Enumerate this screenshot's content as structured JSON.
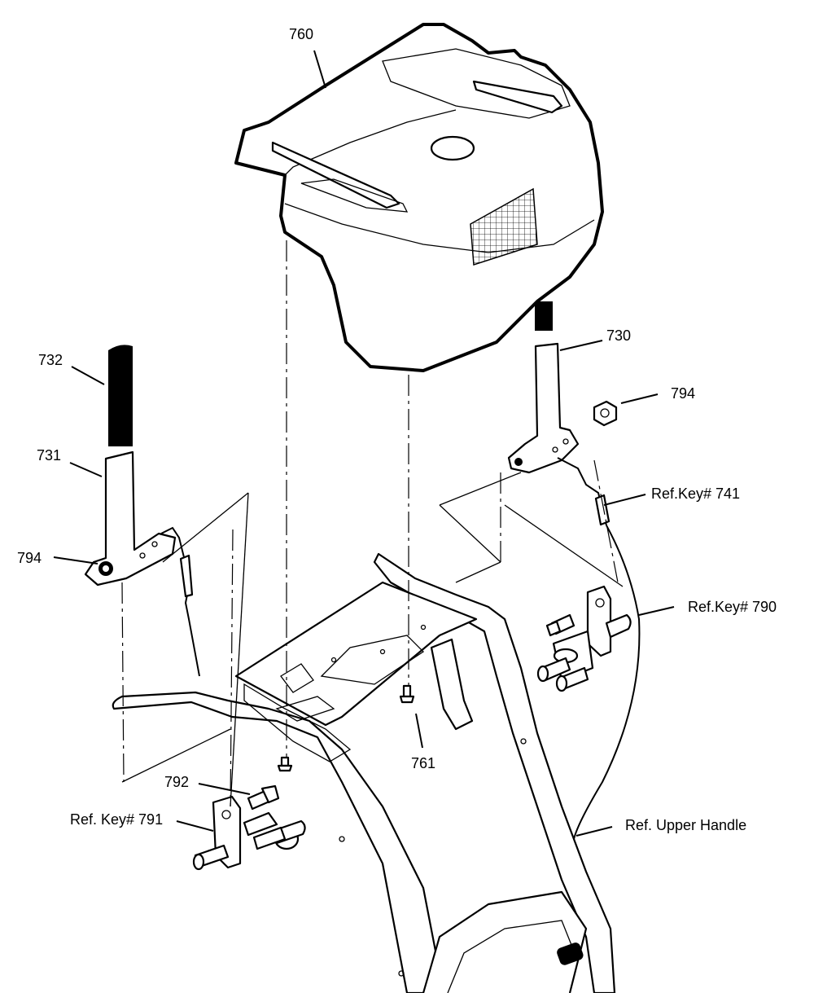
{
  "labels": {
    "p760": "760",
    "p730": "730",
    "p732": "732",
    "p794_right": "794",
    "p731": "731",
    "p794_left": "794",
    "ref741": "Ref.Key# 741",
    "ref790": "Ref.Key# 790",
    "p761": "761",
    "p792": "792",
    "ref791": "Ref. Key# 791",
    "ref_upper_handle": "Ref. Upper Handle"
  }
}
